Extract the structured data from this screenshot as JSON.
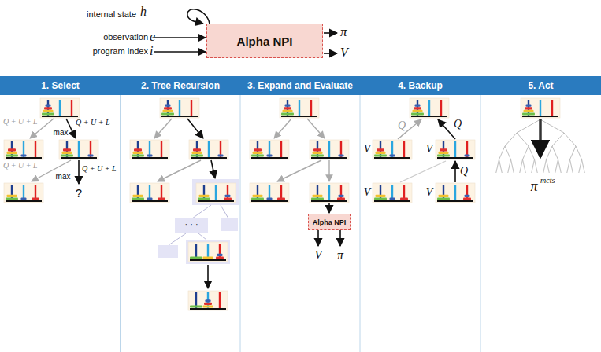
{
  "diagram": {
    "nodes": [
      {
        "text": [
          "Alpha NPI"
        ]
      },
      {
        "text": [
          "1. Select"
        ]
      },
      {
        "text": [
          "2. Tree Recursion"
        ]
      },
      {
        "text": [
          "3. Expand and Evaluate"
        ]
      },
      {
        "text": [
          "4. Backup"
        ]
      },
      {
        "text": [
          "5. Act"
        ]
      },
      {
        "text": [
          "Alpha NPI"
        ]
      }
    ],
    "labels": [
      "internal state",
      "h",
      "observation",
      "e",
      "program index",
      "i",
      "π",
      "V",
      "Q + U + L",
      "Q + U + L",
      "max",
      "Q + U + L",
      "Q + U + L",
      "max",
      "?",
      "· · ·",
      "V",
      "π",
      "Q",
      "Q",
      "V",
      "V",
      "Q",
      "V",
      "V",
      "π",
      "mcts"
    ]
  }
}
